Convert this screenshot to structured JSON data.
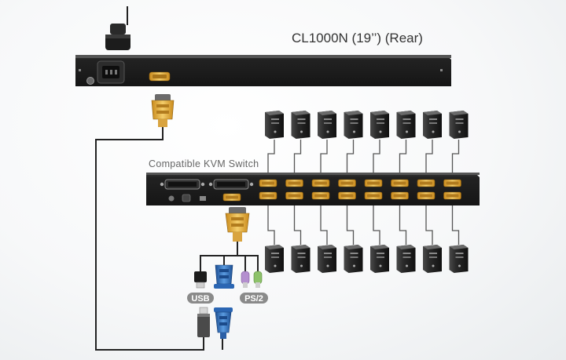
{
  "diagram": {
    "title": "CL1000N (19’’) (Rear)",
    "switch_label": "Compatible KVM Switch",
    "usb_label": "USB",
    "ps2_label": "PS/2",
    "computers_per_row": 8,
    "colors": {
      "device_body": "#1f1f1f",
      "connector_gold": "#e0a83a",
      "connector_blue": "#2a6fc0",
      "ps2_purple": "#b48fcf",
      "ps2_green": "#8dc26a",
      "pill_gray": "#8a8a8a",
      "cable": "#222222"
    },
    "icons": {
      "computer": "tower-pc-icon",
      "vga_connector": "vga-connector-icon",
      "usb_plug": "usb-plug-icon",
      "ps2_plug": "ps2-plug-icon",
      "power_plug": "power-plug-icon"
    }
  }
}
